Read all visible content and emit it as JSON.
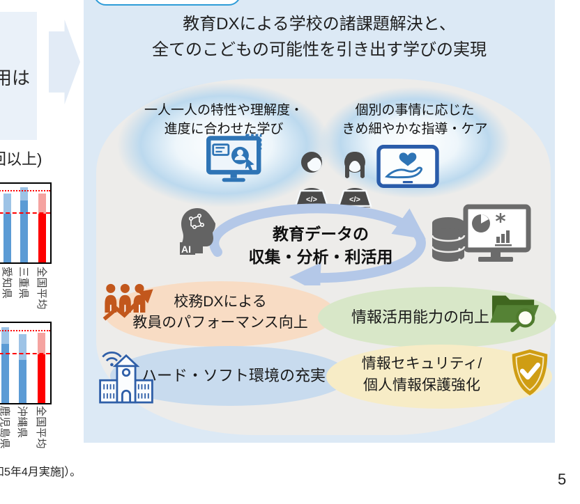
{
  "page": {
    "number": "5"
  },
  "left_panel": {
    "clipped_text_top": "用は",
    "clipped_heading": "回以上)",
    "footnote": "和5年4月実施]）。"
  },
  "diagram": {
    "header_title_line1": "教育DXによる学校の諸課題解決と、",
    "header_title_line2": "全てのこどもの可能性を引き出す学びの実現",
    "bubble_individual_learning": {
      "line1": "一人一人の特性や理解度・",
      "line2": "進度に合わせた学び"
    },
    "bubble_individual_care": {
      "line1": "個別の事情に応じた",
      "line2": "きめ細やかな指導・ケア"
    },
    "center_cycle": {
      "line1": "教育データの",
      "line2": "収集・分析・利活用"
    },
    "ai_label": "AI",
    "laptop_label": "</>",
    "outcomes": {
      "school_affairs": {
        "line1": "校務DXによる",
        "line2": "教員のパフォーマンス向上",
        "bg": "#f8dcc4"
      },
      "info_literacy": {
        "line1": "情報活用能力の向上",
        "bg": "#d8e7c8"
      },
      "environment": {
        "line1": "ハード・ソフト環境の充実",
        "bg": "#c8dbee"
      },
      "security": {
        "line1": "情報セキュリティ/",
        "line2": "個人情報保護強化",
        "bg": "#f7ecc6"
      }
    }
  },
  "icons": {
    "monitor-learning-icon": "blue monitor with learner profile and cursor",
    "care-tablet-icon": "blue tablet with heart held in a hand",
    "teacher-icons": "two teachers working on laptops",
    "ai-head-icon": "gray head silhouette with circuit brain and AI label",
    "database-analysis-icon": "database cylinders with chart monitor",
    "staff-growth-icon": "orange staff figures with rising arrow",
    "folder-search-icon": "green folder with magnifying glass",
    "school-wifi-icon": "outlined school building with wifi waves",
    "shield-check-icon": "gold shield with checkmark"
  },
  "colors": {
    "slide_bg": "#dce9f5",
    "blob_bg": "#edecea",
    "cycle_arrow": "#b4c8e8",
    "pill_border": "#2e9cd8",
    "bar_blue_dark": "#5b9bd5",
    "bar_blue_light": "#9dc3e6",
    "bar_red": "#fe0000",
    "bar_pink": "#f5a3a0",
    "ref_line": "#ff0000"
  },
  "chart_data": [
    {
      "type": "bar",
      "title": "",
      "categories": [
        "愛知県",
        "三重県",
        "全国平均"
      ],
      "unit": "percent of visible plot height (value axis outside viewport)",
      "bars": [
        {
          "label": "愛知県",
          "total_pct": 88,
          "lower_pct": 62,
          "lower_color": "#5b9bd5",
          "upper_color": "#9dc3e6"
        },
        {
          "label": "三重県",
          "total_pct": 96,
          "lower_pct": 79,
          "lower_color": "#5b9bd5",
          "upper_color": "#9dc3e6"
        },
        {
          "label": "全国平均",
          "total_pct": 88,
          "lower_pct": 62,
          "lower_color": "#fe0000",
          "upper_color": "#f5a3a0"
        }
      ],
      "ref_lines": [
        {
          "pct": 90,
          "style": "dotted"
        },
        {
          "pct": 62,
          "style": "dashed"
        }
      ]
    },
    {
      "type": "bar",
      "title": "",
      "categories": [
        "鹿児島県",
        "沖縄県",
        "全国平均"
      ],
      "unit": "percent of visible plot height (value axis outside viewport)",
      "bars": [
        {
          "label": "鹿児島県",
          "total_pct": 95,
          "lower_pct": 74,
          "lower_color": "#5b9bd5",
          "upper_color": "#9dc3e6"
        },
        {
          "label": "沖縄県",
          "total_pct": 86,
          "lower_pct": 54,
          "lower_color": "#5b9bd5",
          "upper_color": "#9dc3e6"
        },
        {
          "label": "全国平均",
          "total_pct": 88,
          "lower_pct": 61,
          "lower_color": "#fe0000",
          "upper_color": "#f5a3a0"
        }
      ],
      "ref_lines": [
        {
          "pct": 90,
          "style": "dotted"
        },
        {
          "pct": 61,
          "style": "dashed"
        }
      ]
    }
  ]
}
